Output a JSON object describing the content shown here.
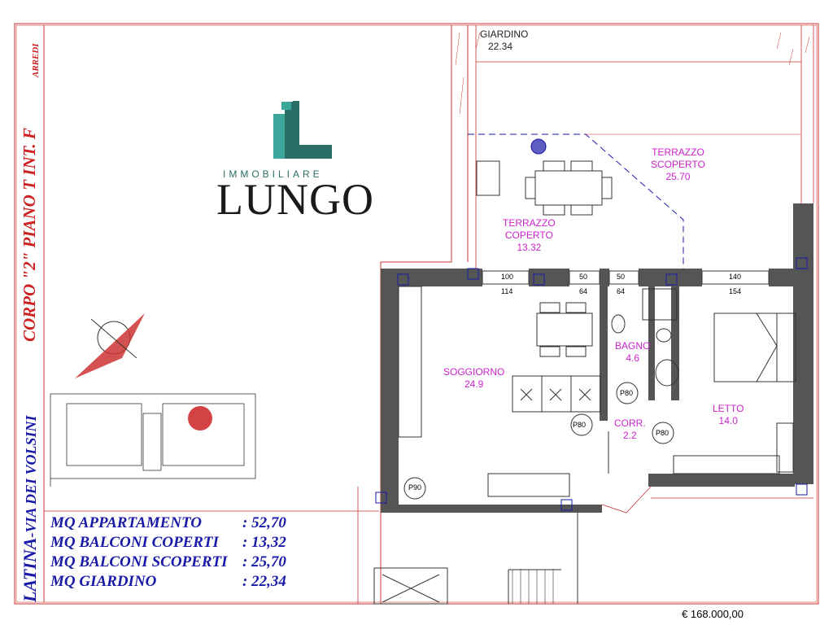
{
  "logo": {
    "subtitle": "IMMOBILIARE",
    "name": "LUNGO"
  },
  "title_block": {
    "city": "LATINA",
    "street": "-VIA DEI VOLSINI",
    "corpo": "CORPO \"2\" PIANO T INT. F",
    "arredi": "ARREDI"
  },
  "areas": [
    {
      "label": "MQ APPARTAMENTO",
      "value": ": 52,70"
    },
    {
      "label": "MQ BALCONI COPERTI",
      "value": ": 13,32"
    },
    {
      "label": "MQ BALCONI SCOPERTI",
      "value": ": 25,70"
    },
    {
      "label": "MQ GIARDINO",
      "value": ": 22,34"
    }
  ],
  "rooms": {
    "giardino": {
      "name": "GIARDINO",
      "area": "22.34"
    },
    "terrazzo_scoperto": {
      "name1": "TERRAZZO",
      "name2": "SCOPERTO",
      "area": "25.70"
    },
    "terrazzo_coperto": {
      "name1": "TERRAZZO",
      "name2": "COPERTO",
      "area": "13.32"
    },
    "soggiorno": {
      "name": "SOGGIORNO",
      "area": "24.9"
    },
    "bagno": {
      "name": "BAGNO",
      "area": "4.6"
    },
    "letto": {
      "name": "LETTO",
      "area": "14.0"
    },
    "corr": {
      "name": "CORR.",
      "area": "2.2"
    }
  },
  "dimensions": {
    "d100": "100",
    "d114": "114",
    "d50": "50",
    "d64a": "64",
    "d50b": "50",
    "d64b": "64",
    "d140": "140",
    "d154": "154",
    "p80a": "P80",
    "p80b": "P80",
    "p80c": "P80",
    "p90": "P90"
  },
  "price": "€ 168.000,00",
  "colors": {
    "wall": "#555555",
    "room_label": "#cc22cc",
    "area_text": "#1a1aa8",
    "border_red": "#cc3333",
    "logo_teal": "#2a6e66"
  }
}
